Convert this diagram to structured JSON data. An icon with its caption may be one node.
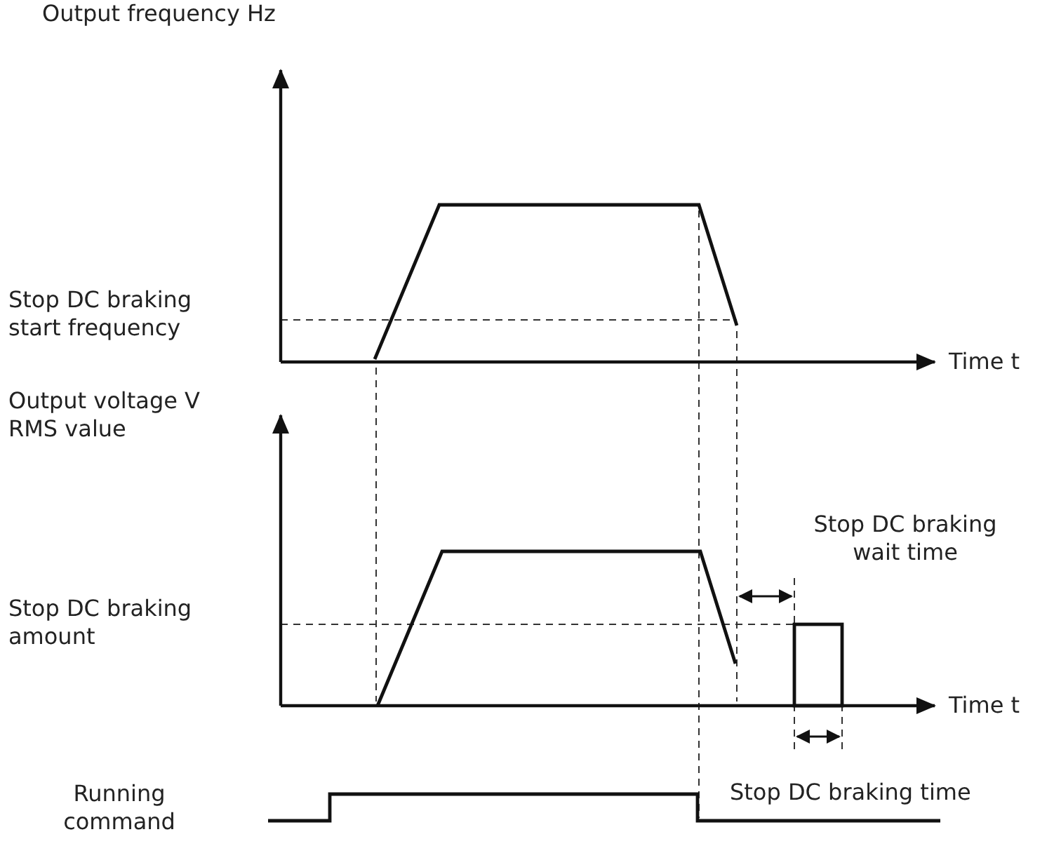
{
  "diagram": {
    "labels": [
      "Output frequency Hz",
      "Stop DC braking start frequency",
      "Time t",
      "Output voltage V RMS value",
      "Stop DC braking wait time",
      "Stop DC braking amount",
      "Time t",
      "Stop DC braking time",
      "Running command"
    ]
  }
}
